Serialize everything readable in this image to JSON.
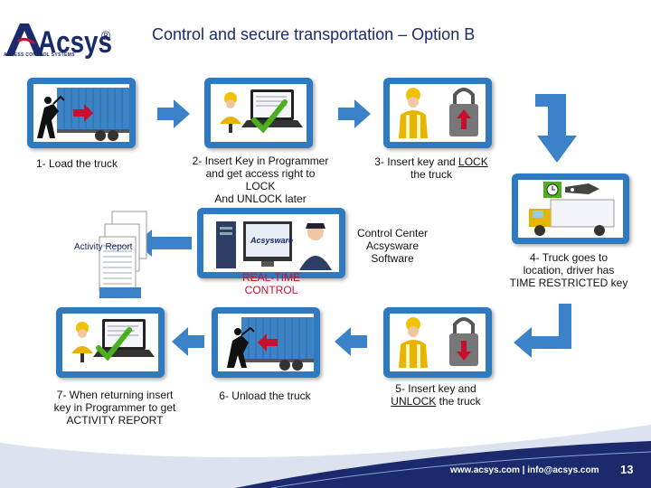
{
  "title": "Control and secure transportation – Option B",
  "logo": {
    "brand": "Acsys",
    "tagline": "ACCESS CONTROL SYSTEMS",
    "registered": "®"
  },
  "steps": {
    "s1": "1- Load the truck",
    "s2a": "2- Insert Key in Programmer",
    "s2b": "and get access right to",
    "s2c": "LOCK",
    "s2d": "And UNLOCK later",
    "s3a": "3- Insert key and",
    "s3b": "LOCK",
    "s3c": "the truck",
    "s4a": "4- Truck goes to",
    "s4b": "location, driver has",
    "s4c": "TIME RESTRICTED key",
    "s5a": "5- Insert key and",
    "s5b": "UNLOCK",
    "s5c": "the truck",
    "s6": "6- Unload the truck",
    "s7a": "7- When returning insert",
    "s7b": "key in Programmer to get",
    "s7c": "ACTIVITY REPORT"
  },
  "center": {
    "c1": "Control Center",
    "c2": "Acsysware",
    "c3": "Software",
    "realtime1": "REAL-TIME",
    "realtime2": "CONTROL",
    "screen_logo": "Acsysware"
  },
  "activity_report": "Activity Report",
  "footer": {
    "contact": "www.acsys.com | info@acsys.com",
    "page": "13"
  },
  "colors": {
    "blue": "#2f79bf",
    "arrow": "#3b82c8",
    "title": "#1a2a6c",
    "red": "#c8102e",
    "green": "#4caf1e"
  }
}
